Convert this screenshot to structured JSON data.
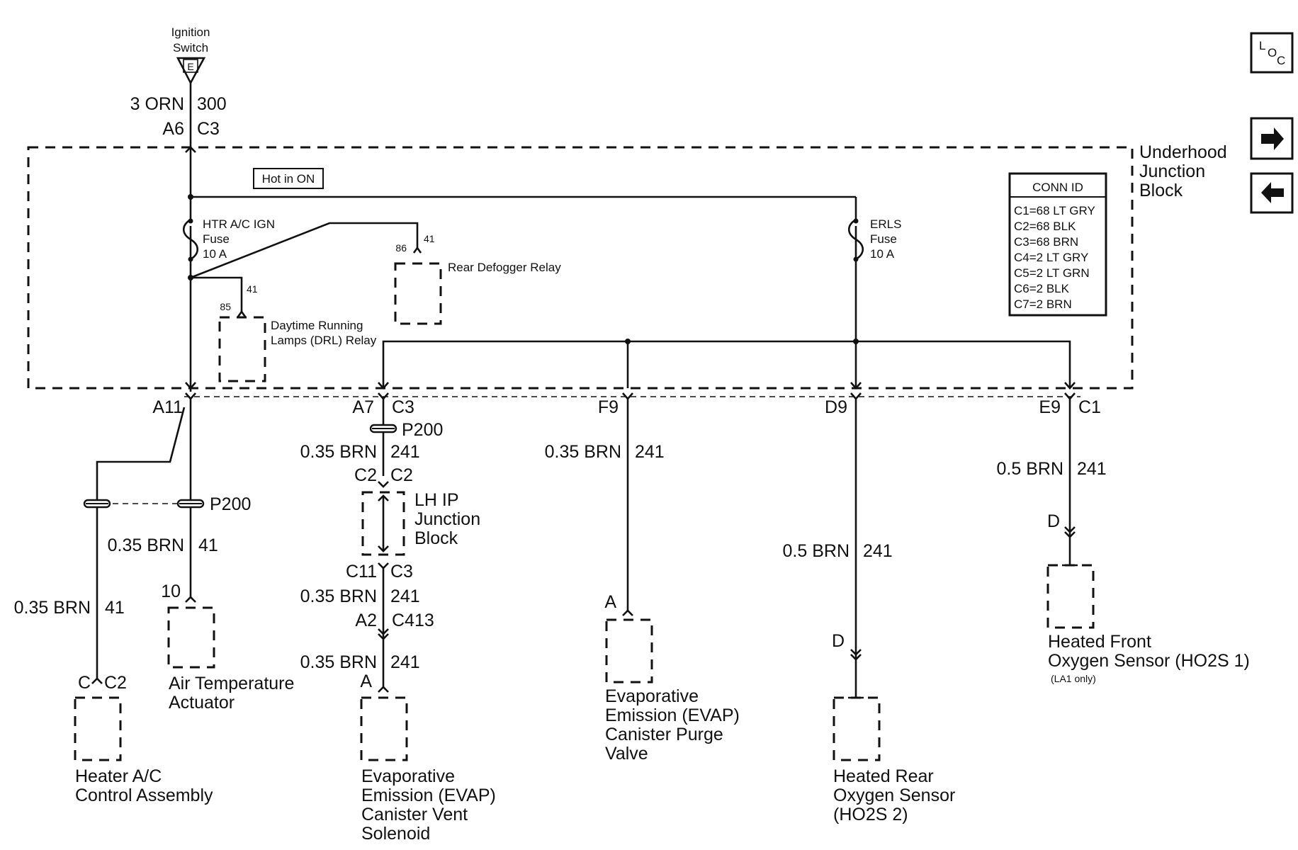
{
  "ignition": {
    "title": [
      "Ignition",
      "Switch"
    ],
    "terminal": "E"
  },
  "feed": {
    "wire": "3 ORN",
    "circuit": "300",
    "pin": "A6",
    "connector": "C3"
  },
  "ujb": {
    "title": [
      "Underhood",
      "Junction",
      "Block"
    ],
    "badge": "Hot in ON"
  },
  "conn_id": {
    "title": "CONN ID",
    "rows": [
      "C1=68 LT GRY",
      "C2=68 BLK",
      "C3=68 BRN",
      "C4=2 LT GRY",
      "C5=2 LT GRN",
      "C6=2 BLK",
      "C7=2 BRN"
    ]
  },
  "fuses": {
    "htr": [
      "HTR A/C IGN",
      "Fuse",
      "10 A"
    ],
    "erls": [
      "ERLS",
      "Fuse",
      "10 A"
    ]
  },
  "relays": {
    "rear_defogger": {
      "label": "Rear Defogger Relay",
      "pin_a": "86",
      "pin_b": "41"
    },
    "drl": {
      "label": [
        "Daytime Running",
        "Lamps (DRL) Relay"
      ],
      "pin_a": "85",
      "pin_b": "41"
    }
  },
  "col1": {
    "pin": "A11",
    "splice": "P200",
    "wire_main": "0.35 BRN",
    "circuit_main": "41",
    "wire_branch": "0.35 BRN",
    "circuit_branch": "41",
    "actuator_pin": "10",
    "actuator": [
      "Air Temperature",
      "Actuator"
    ],
    "heater_pin": "C",
    "heater_conn": "C2",
    "heater": [
      "Heater A/C",
      "Control Assembly"
    ]
  },
  "col2": {
    "pin": "A7",
    "connector": "C3",
    "splice": "P200",
    "wire1": "0.35 BRN",
    "circuit1": "241",
    "pin_c2a": "C2",
    "pin_c2b": "C2",
    "lhip": [
      "LH IP",
      "Junction",
      "Block"
    ],
    "pin_c11": "C11",
    "conn_c3": "C3",
    "wire2": "0.35 BRN",
    "circuit2": "241",
    "pin_a2": "A2",
    "conn_c413": "C413",
    "wire3": "0.35 BRN",
    "circuit3": "241",
    "device_pin": "A",
    "device": [
      "Evaporative",
      "Emission (EVAP)",
      "Canister Vent",
      "Solenoid"
    ]
  },
  "col3": {
    "pin": "F9",
    "wire": "0.35 BRN",
    "circuit": "241",
    "device_pin": "A",
    "device": [
      "Evaporative",
      "Emission (EVAP)",
      "Canister Purge",
      "Valve"
    ]
  },
  "col4": {
    "pin": "D9",
    "wire": "0.5 BRN",
    "circuit": "241",
    "device_pin": "D",
    "device": [
      "Heated Rear",
      "Oxygen Sensor",
      "(HO2S 2)"
    ]
  },
  "col5": {
    "pin": "E9",
    "connector": "C1",
    "wire": "0.5 BRN",
    "circuit": "241",
    "device_pin": "D",
    "device": [
      "Heated Front",
      "Oxygen Sensor (HO2S 1)"
    ],
    "note": "(LA1 only)"
  },
  "nav": {
    "loc_l": "L",
    "loc_o": "O",
    "loc_c": "C"
  }
}
